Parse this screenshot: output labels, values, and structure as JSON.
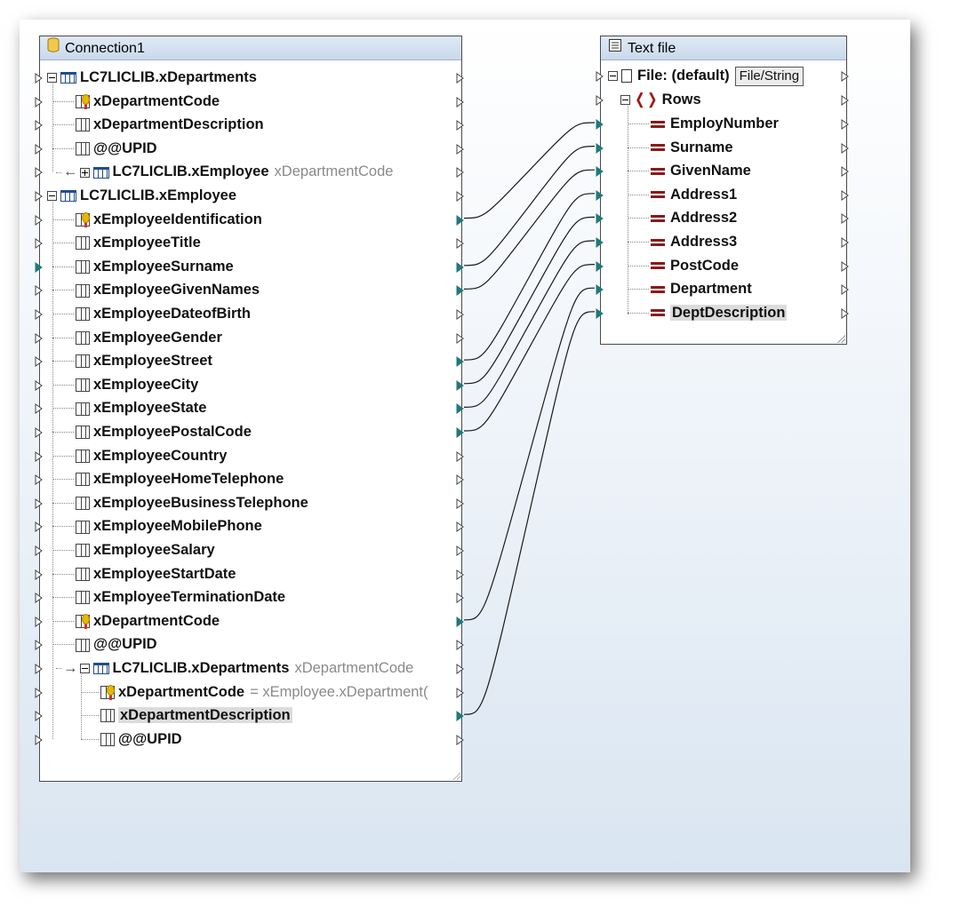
{
  "left_component": {
    "title": "Connection1",
    "icon": "database-icon",
    "rows": [
      {
        "text": "LC7LICLIB.xDepartments",
        "icon": "table",
        "expander": "minus",
        "level": 0
      },
      {
        "text": "xDepartmentCode",
        "icon": "key-column",
        "level": 1
      },
      {
        "text": "xDepartmentDescription",
        "icon": "column",
        "level": 1
      },
      {
        "text": "@@UPID",
        "icon": "column",
        "level": 1
      },
      {
        "text": "LC7LICLIB.xEmployee",
        "suffix": "xDepartmentCode",
        "icon": "table",
        "expander": "plus",
        "arrow": "←",
        "level": 1
      },
      {
        "text": "LC7LICLIB.xEmployee",
        "icon": "table",
        "expander": "minus",
        "level": 0
      },
      {
        "text": "xEmployeeIdentification",
        "icon": "key-column",
        "level": 1,
        "out": true
      },
      {
        "text": "xEmployeeTitle",
        "icon": "column",
        "level": 1
      },
      {
        "text": "xEmployeeSurname",
        "icon": "column",
        "level": 1,
        "out": true,
        "in_filled": true
      },
      {
        "text": "xEmployeeGivenNames",
        "icon": "column",
        "level": 1,
        "out": true
      },
      {
        "text": "xEmployeeDateofBirth",
        "icon": "column",
        "level": 1
      },
      {
        "text": "xEmployeeGender",
        "icon": "column",
        "level": 1
      },
      {
        "text": "xEmployeeStreet",
        "icon": "column",
        "level": 1,
        "out": true
      },
      {
        "text": "xEmployeeCity",
        "icon": "column",
        "level": 1,
        "out": true
      },
      {
        "text": "xEmployeeState",
        "icon": "column",
        "level": 1,
        "out": true
      },
      {
        "text": "xEmployeePostalCode",
        "icon": "column",
        "level": 1,
        "out": true
      },
      {
        "text": "xEmployeeCountry",
        "icon": "column",
        "level": 1
      },
      {
        "text": "xEmployeeHomeTelephone",
        "icon": "column",
        "level": 1
      },
      {
        "text": "xEmployeeBusinessTelephone",
        "icon": "column",
        "level": 1
      },
      {
        "text": "xEmployeeMobilePhone",
        "icon": "column",
        "level": 1
      },
      {
        "text": "xEmployeeSalary",
        "icon": "column",
        "level": 1
      },
      {
        "text": "xEmployeeStartDate",
        "icon": "column",
        "level": 1
      },
      {
        "text": "xEmployeeTerminationDate",
        "icon": "column",
        "level": 1
      },
      {
        "text": "xDepartmentCode",
        "icon": "key-column",
        "level": 1,
        "out": true
      },
      {
        "text": "@@UPID",
        "icon": "column",
        "level": 1
      },
      {
        "text": "LC7LICLIB.xDepartments",
        "suffix": "xDepartmentCode",
        "icon": "table",
        "expander": "minus",
        "arrow": "→",
        "level": 1
      },
      {
        "text": "xDepartmentCode",
        "suffix": "= xEmployee.xDepartment(",
        "icon": "key-column",
        "level": 2
      },
      {
        "text": "xDepartmentDescription",
        "icon": "column",
        "level": 2,
        "out": true,
        "highlight": true
      },
      {
        "text": "@@UPID",
        "icon": "column",
        "level": 2
      }
    ]
  },
  "right_component": {
    "title": "Text file",
    "icon": "text-file-icon",
    "file_label": "File: (default)",
    "file_button": "File/String",
    "rows_label": "Rows",
    "fields": [
      "EmployNumber",
      "Surname",
      "GivenName",
      "Address1",
      "Address2",
      "Address3",
      "PostCode",
      "Department",
      "DeptDescription"
    ],
    "highlight_field": "DeptDescription"
  },
  "connections": [
    {
      "from": 6,
      "to": 0
    },
    {
      "from": 8,
      "to": 1
    },
    {
      "from": 9,
      "to": 2
    },
    {
      "from": 12,
      "to": 3
    },
    {
      "from": 13,
      "to": 4
    },
    {
      "from": 14,
      "to": 5
    },
    {
      "from": 15,
      "to": 6
    },
    {
      "from": 23,
      "to": 7
    },
    {
      "from": 27,
      "to": 8
    }
  ],
  "colors": {
    "wire": "#1a1a1a",
    "port_fill": "#1f7a7a",
    "field_icon": "#8b1a1a"
  }
}
